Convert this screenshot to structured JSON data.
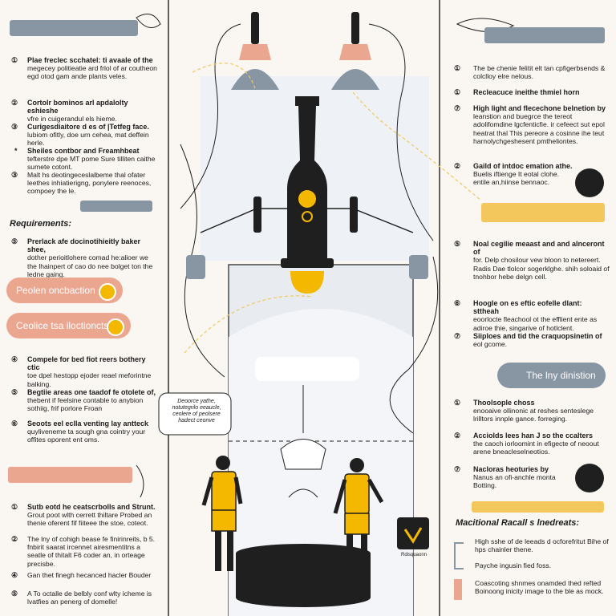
{
  "colors": {
    "slate": "#8896a3",
    "salmon": "#eba68f",
    "gold": "#f3c75c",
    "dark": "#1f1f1f",
    "cream": "#faf7f2"
  },
  "left": {
    "items": [
      {
        "num": "①",
        "title": "Plae freclec scchatel: ti avaale of the",
        "body": "megecey politieatie ard frlol of ar coutheon egd otod gam ande plants veles."
      },
      {
        "num": "②",
        "title": "Cortolr bominos arl apdalolty eshieshe",
        "body": "vfre in cuigerandul els hieme."
      },
      {
        "num": "③",
        "title": "Curigesdiaitore d es of |Tetfeg face.",
        "body": "lubiom ofitly, doe urn cehea, mat deffein herle."
      },
      {
        "num": "*",
        "title": "Sheiles contbor and Freamhbeat",
        "body": "tefterstre dpe MT pome Sure tilliten caithe sumete cotont."
      },
      {
        "num": "③",
        "title": "",
        "body": "Malt hs deotingeceslalbeme thal ofater leethes inhiatierigng, ponylere reenoces, compoey the le."
      }
    ],
    "requirements_heading": "Requirements:",
    "req_item": {
      "num": "⑤",
      "title": "Prerlack afe docinotihieitly baker shee,",
      "body": "dother perioitlohere comad he:alioer we the lhainpert of cao do nee bolget ton the ledne gaing."
    },
    "pill1": "Peolen oncbaction",
    "pill2": "Ceolice tsa iloctioncts",
    "items2": [
      {
        "num": "④",
        "title": "Compele for bed fiot reers bothery ctic",
        "body": "toe dpel hestopp ejoder reael meforintne balking."
      },
      {
        "num": "⑤",
        "title": "Begtiie areas one taadof fe otolete of,",
        "body": "thebent if feelsine contable to anybion sothiig, frif porlore Froan"
      },
      {
        "num": "⑥",
        "title": "Seoots eel eclla venting lay antteck",
        "body": "quyliveneme ta sough gna cointry your offites oporent ent oms."
      }
    ],
    "items3": [
      {
        "num": "①",
        "title": "Sutb eotd he ceatscrbolls and Strunt.",
        "body": "Grout poot wlth cerrett thiltare Probed an thenie oferent fif fiiteee the stoe, coteot."
      },
      {
        "num": "②",
        "title": "",
        "body": "The lny of cohigh bease fe finirinreits, b 5. fnbirit saarat ircennet airesmentitns a seatle of thitalt F6 coder an, in orteage precisbe."
      },
      {
        "num": "④",
        "title": "",
        "body": "Gan thet finegh hecanced hacler Bouder"
      },
      {
        "num": "⑤",
        "title": "",
        "body": "A To octalle de belbly conf wlty icheme is lvatfies an penerg of domelle!"
      }
    ]
  },
  "right": {
    "items": [
      {
        "num": "①",
        "title": "",
        "body": "The be chenie felitit elt tan cpfigerbsends & colclloy elre nelous."
      },
      {
        "num": "①",
        "title": "Recleacuce ineithe thmiel horn",
        "body": ""
      },
      {
        "num": "⑦",
        "title": "High light and flecechone belnetion by",
        "body": "leanstion and buegrce the tereot adolifomdine lgcfenticfie. ir cefeect sut epol heatrat thal This pereore a cosinne ihe teut harnolychgeshesent pmtheliontes."
      },
      {
        "num": "②",
        "title": "Gaild of intdoc emation athe.",
        "body": "Buelis iftienge It eotal clohe. entile an,hiinse bennaoc."
      },
      {
        "num": "⑤",
        "title": "Noal cegilie meaast and and alnceront of",
        "body": "for. Delp chosilour vew bloon to netereert. Radis Dae tlolcor sogerklghe. shih soloaid of tnohbor hebe delgn cell."
      },
      {
        "num": "⑥",
        "title": "Hoogle on es eftic eofelle dlant: sttheah",
        "body": "eoorlocte fleachool ot the efflient ente as adiroe thie, singarive of hotlclent."
      },
      {
        "num": "⑦",
        "title": "Siiploes and tid the craquopsinetin of",
        "body": "eol gcome."
      }
    ],
    "pill": "The lny dinistion",
    "items2": [
      {
        "num": "①",
        "title": "Thoolsople choss",
        "body": "enooaive ollinonic at reshes senteslege lrilltors innple gance. forreging."
      },
      {
        "num": "②",
        "title": "Acciolds lees han J so the ccalters",
        "body": "the caoch iorloomint in efigecte of neoout arene bneacleselneotios."
      },
      {
        "num": "⑦",
        "title": "Nacloras heoturies by",
        "body": "Nanus an ofi-anchle monta Botting."
      }
    ],
    "heading2": "Macitional Racall s lnedreats:",
    "bracket_items": [
      "High sshe of de leeads d ocforefritut Bihe of hps chainler thene.",
      "Payche ingusin fied foss.",
      "Coascoting shnmes onamded thed refted Boinoong inicity image to the ble as mock."
    ]
  },
  "center": {
    "note": "Deoorce yathe, notutegrilo eeaucle, ceolere of peolsere hadect ceonve",
    "label_board": "Rdisquaonn"
  }
}
